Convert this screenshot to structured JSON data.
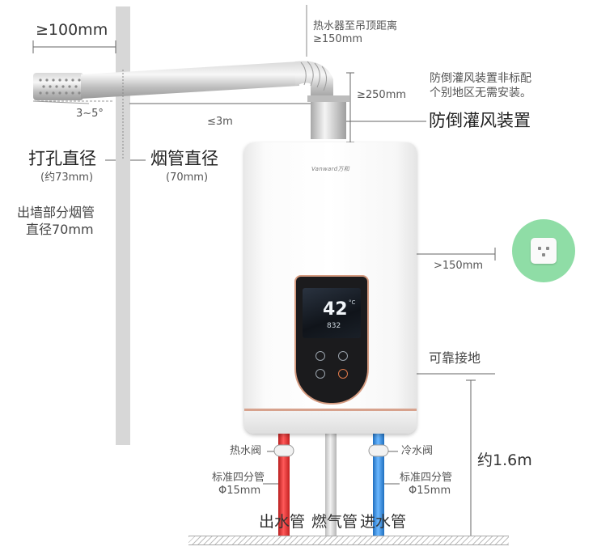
{
  "labels": {
    "wall_gap": "≥100mm",
    "ceiling_line1": "热水器至吊顶距离",
    "ceiling_line2": "≥150mm",
    "hood_note_line1": "防倒灌风装置非标配",
    "hood_note_line2": "个别地区无需安装。",
    "hood_height": "≥250mm",
    "hood_name": "防倒灌风装置",
    "slope": "3~5°",
    "pipe_length": "≤3m",
    "hole_diameter": "打孔直径",
    "hole_size": "(约73mm)",
    "flue_diameter": "烟管直径",
    "flue_size": "(70mm)",
    "outlet_line1": "出墙部分烟管",
    "outlet_line2": "直径70mm",
    "side_gap": ">150mm",
    "grounding": "可靠接地",
    "hot_valve": "热水阀",
    "cold_valve": "冷水阀",
    "pipe_spec_left_line1": "标准四分管",
    "pipe_spec_left_line2": "Φ15mm",
    "pipe_spec_right_line1": "标准四分管",
    "pipe_spec_right_line2": "Φ15mm",
    "install_height": "约1.6m",
    "outlet_pipe": "出水管",
    "gas_pipe": "燃气管",
    "inlet_pipe": "进水管"
  },
  "device": {
    "brand": "Vanward万和",
    "temperature": "42",
    "temperature_unit": "°C",
    "sub_readout": "832"
  },
  "colors": {
    "hot_pipe": "#e53030",
    "cold_pipe": "#2b87e0",
    "panel_trim": "#d59b80",
    "socket_bg": "#8fdda6"
  }
}
